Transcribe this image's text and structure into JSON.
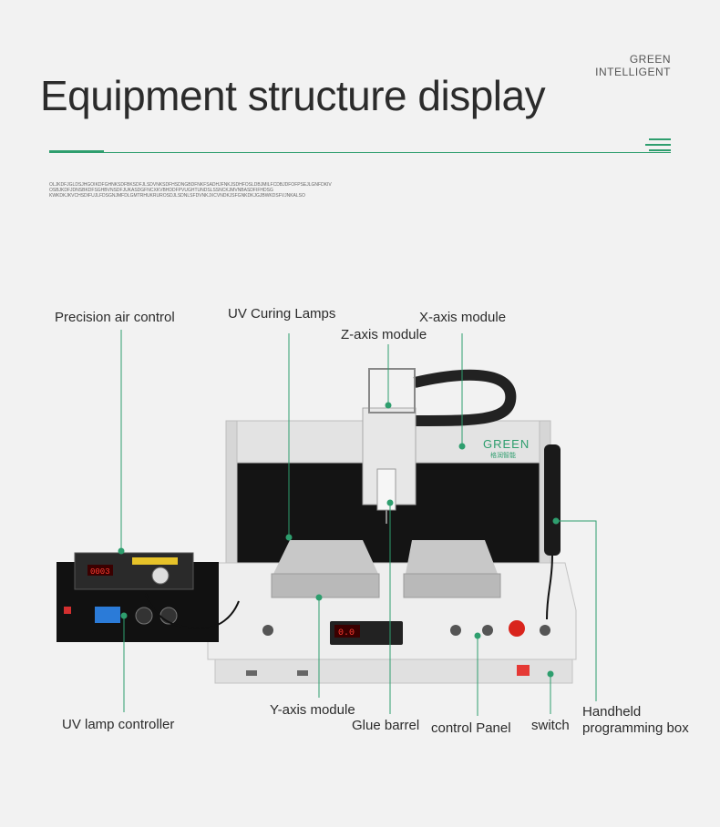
{
  "brand": {
    "line1": "GREEN",
    "line2": "INTELLIGENT"
  },
  "title": "Equipment structure display",
  "fine_print": {
    "line1": "OLJKDFJGLDSJHGOIKDFGHNKSDFBKSDFJLSDVNKSDFHSDNGBDFNKFSADHJFNKJSDHFOSLDBJMILFCDBJDFOFPSEJLGNFDKIV",
    "line2": "OSBJKDFJDNSBKDFSGHBVNSDFJUKASDGFNCXKVBHDDFPVUGHTUNDSLSSNCKJMVNBASDFIFHDSG",
    "line3": "KWKDKJKVCHSDIFUJLFDSGNJMFDLGMTRHUKRUROSDJLSDNLSFDVNKJXCVNDKJSFGNKDKJGJBWKDSFVJNKALSO"
  },
  "machine_logo": {
    "line1": "GREEN",
    "line2": "格润智能"
  },
  "lcd_readout": "0003",
  "panel_readout": "0.0",
  "labels": {
    "air_control": "Precision air control",
    "uv_lamps": "UV Curing Lamps",
    "x_axis": "X-axis module",
    "z_axis": "Z-axis module",
    "uv_controller": "UV lamp controller",
    "y_axis": "Y-axis module",
    "glue_barrel": "Glue barrel",
    "control_panel": "control Panel",
    "switch": "switch",
    "handheld_line1": "Handheld",
    "handheld_line2": "programming box"
  },
  "colors": {
    "accent": "#2e9e6e",
    "text": "#2b2b2b",
    "background": "#f2f2f2"
  }
}
